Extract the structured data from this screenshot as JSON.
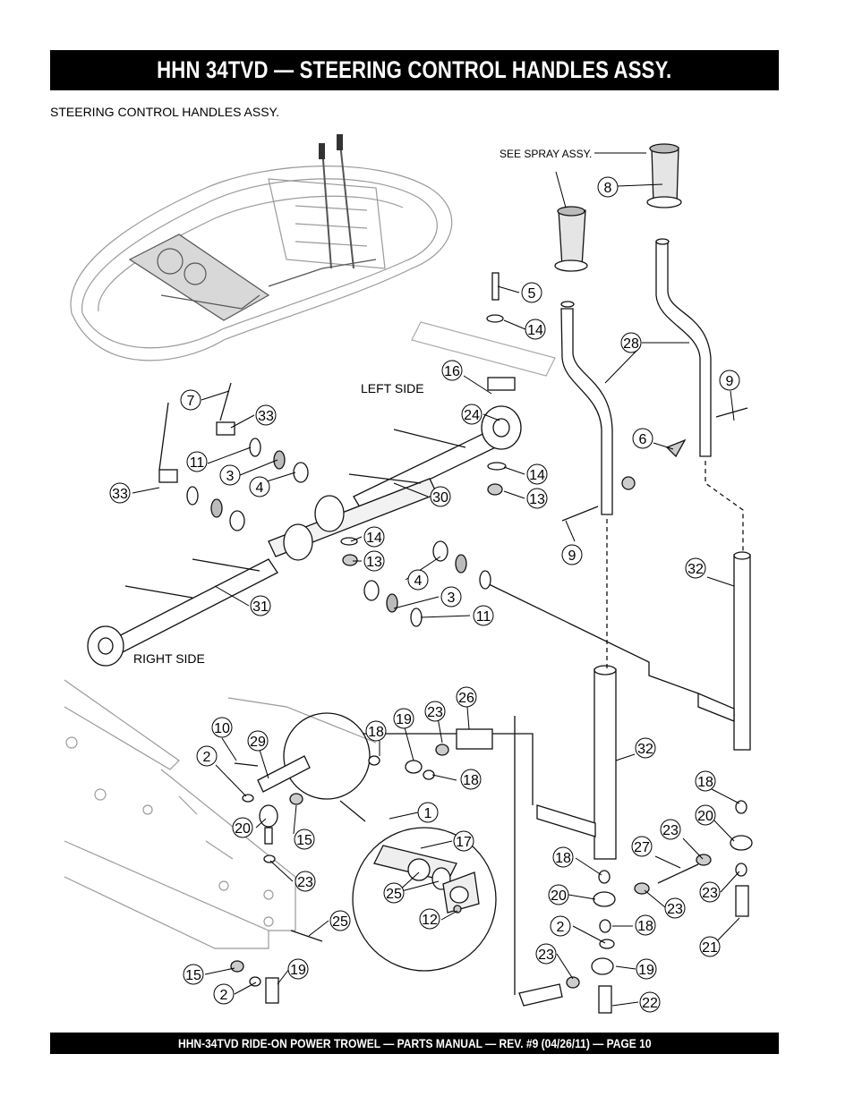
{
  "header": {
    "title": "HHN 34TVD —  STEERING CONTROL HANDLES ASSY."
  },
  "subtitle": "STEERING CONTROL HANDLES ASSY.",
  "labels": {
    "left_side": "LEFT SIDE",
    "right_side": "RIGHT SIDE",
    "see_spray": "SEE SPRAY ASSY."
  },
  "callouts": [
    "8",
    "5",
    "14",
    "28",
    "16",
    "9",
    "24",
    "6",
    "14",
    "13",
    "9",
    "7",
    "33",
    "11",
    "3",
    "4",
    "30",
    "33",
    "14",
    "13",
    "4",
    "3",
    "11",
    "31",
    "32",
    "32",
    "26",
    "23",
    "19",
    "10",
    "18",
    "29",
    "2",
    "18",
    "18",
    "20",
    "1",
    "15",
    "17",
    "23",
    "27",
    "23",
    "20",
    "18",
    "25",
    "23",
    "25",
    "12",
    "20",
    "23",
    "18",
    "2",
    "21",
    "23",
    "19",
    "15",
    "2",
    "19",
    "22"
  ],
  "footer": {
    "text": "HHN-34TVD   RIDE-ON POWER TROWEL — PARTS MANUAL — REV. #9 (04/26/11) — PAGE 10"
  }
}
